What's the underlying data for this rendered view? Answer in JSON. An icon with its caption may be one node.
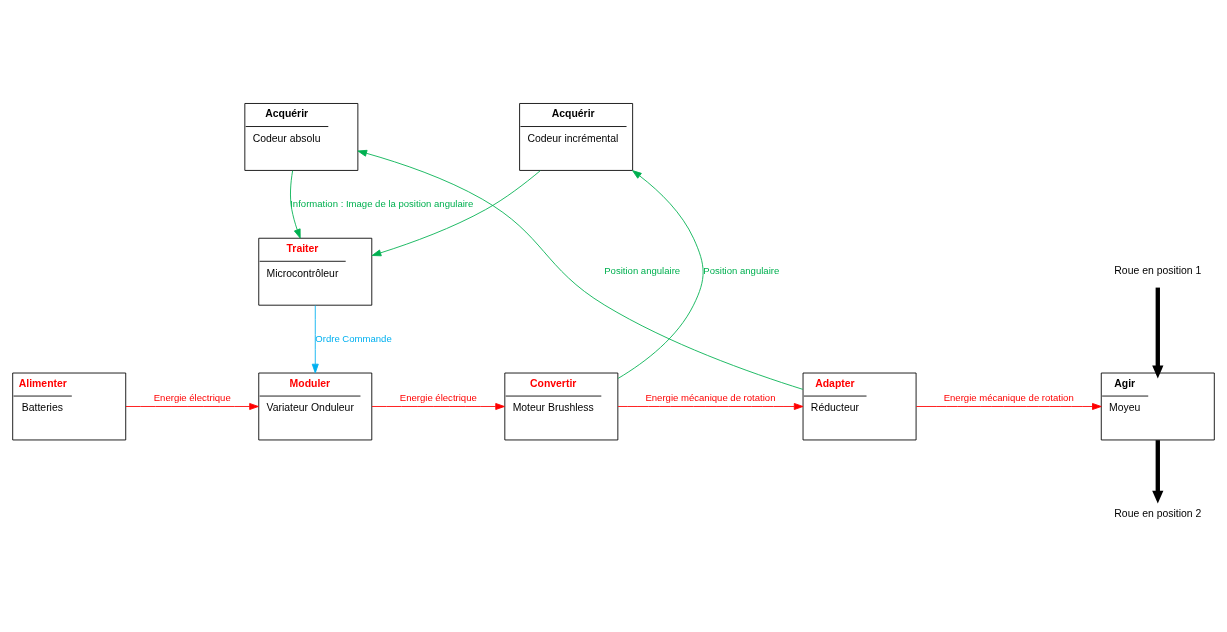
{
  "diagram": {
    "nodes": [
      {
        "text": [
          "Acquérir",
          "Codeur absolu"
        ]
      },
      {
        "text": [
          "Acquérir",
          "Codeur incrémental"
        ]
      },
      {
        "text": [
          "Traiter",
          "Microcontrôleur"
        ]
      },
      {
        "text": [
          "Alimenter",
          "Batteries"
        ]
      },
      {
        "text": [
          "Moduler",
          "Variateur Onduleur"
        ]
      },
      {
        "text": [
          "Convertir",
          "Moteur Brushless"
        ]
      },
      {
        "text": [
          "Adapter",
          "Réducteur"
        ]
      },
      {
        "text": [
          "Agir",
          "Moyeu"
        ]
      },
      {
        "text": [
          "Roue en position 1"
        ]
      },
      {
        "text": [
          "Roue en position 2"
        ]
      }
    ],
    "edges": [
      {
        "from": 0,
        "to": 2,
        "arrow": "to",
        "label": "Information : Image de la position angulaire",
        "color": "#00b050"
      },
      {
        "from": 1,
        "to": 2,
        "arrow": "to",
        "color": "#00b050"
      },
      {
        "from": 2,
        "to": 4,
        "arrow": "to",
        "label": "Ordre Commande",
        "color": "#00b0f0"
      },
      {
        "from": 3,
        "to": 4,
        "arrow": "to",
        "label": "Energie électrique",
        "color": "#ff0000"
      },
      {
        "from": 4,
        "to": 5,
        "arrow": "to",
        "label": "Energie électrique",
        "color": "#ff0000"
      },
      {
        "from": 5,
        "to": 6,
        "arrow": "to",
        "label": "Energie mécanique de rotation",
        "color": "#ff0000"
      },
      {
        "from": 6,
        "to": 7,
        "arrow": "to",
        "label": "Energie mécanique de rotation",
        "color": "#ff0000"
      },
      {
        "from": 5,
        "to": 1,
        "arrow": "to",
        "label": "Position angulaire",
        "color": "#00b050"
      },
      {
        "from": 6,
        "to": 0,
        "arrow": "to",
        "label": "Position angulaire",
        "color": "#00b050"
      },
      {
        "from": 8,
        "to": 7,
        "arrow": "to",
        "style": "thick",
        "color": "#000000"
      },
      {
        "from": 7,
        "to": 9,
        "arrow": "to",
        "style": "thick",
        "color": "#000000"
      }
    ]
  }
}
